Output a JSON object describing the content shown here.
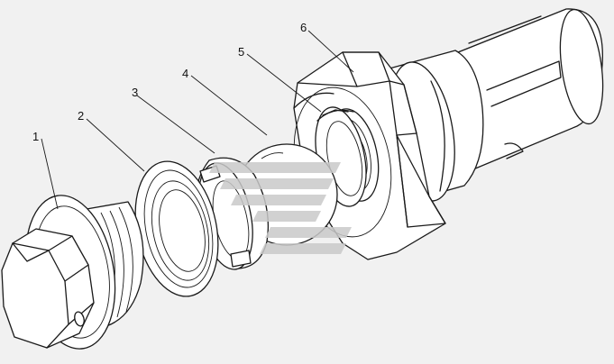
{
  "diagram": {
    "parts": [
      {
        "number": "1"
      },
      {
        "number": "2"
      },
      {
        "number": "3"
      },
      {
        "number": "4"
      },
      {
        "number": "5"
      },
      {
        "number": "6"
      }
    ]
  },
  "colors": {
    "background": "#f1f1f1",
    "line": "#1a1a1a",
    "fill": "#ffffff",
    "watermark": "#c9c9c9"
  }
}
